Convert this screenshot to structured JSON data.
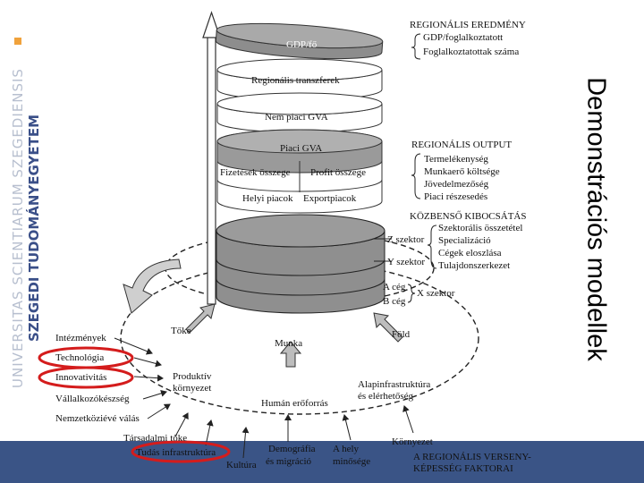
{
  "watermark": {
    "line1": "UNIVERSITAS SCIENTIARUM SZEGEDIENSIS",
    "line2": "SZEGEDI TUDOMÁNYEGYETEM"
  },
  "slide_title": "Demonstrációs modellek",
  "colors": {
    "bottom_bar": "#3a5486",
    "highlight_circle": "#d41c1c",
    "disk_gray": "#8f8f8f"
  },
  "layers": {
    "gdp": "GDP/fő",
    "transfers": "Regionális transzferek",
    "nonmarket_gva": "Nem piaci GVA",
    "market_gva": "Piaci GVA",
    "costs_total": "Fizetések összege",
    "profit_total": "Profit összege",
    "local_markets": "Helyi piacok",
    "export_markets": "Exportpiacok"
  },
  "sectors": {
    "z": "Z szektor",
    "y": "Y szektor",
    "a_firm": "A cég",
    "b_firm": "B cég",
    "x": "X szektor"
  },
  "right_labels": {
    "result_title": "REGIONÁLIS EREDMÉNY",
    "result_items": [
      "GDP/foglalkoztatott",
      "Foglalkoztatottak száma"
    ],
    "output_title": "REGIONÁLIS OUTPUT",
    "output_items": [
      "Termelékenység",
      "Munkaerő költsége",
      "Jövedelmezőség",
      "Piaci részesedés"
    ],
    "intermediate_title": "KÖZBENSŐ KIBOCSÁTÁS",
    "intermediate_items": [
      "Szektorális összetétel",
      "Specializáció",
      "Cégek eloszlása",
      "Tulajdonszerkezet"
    ]
  },
  "factors": {
    "capital": "Tőke",
    "labour": "Munka",
    "land": "Föld",
    "productive_env": [
      "Produktív",
      "környezet"
    ],
    "basic_infra": [
      "Alapinfrastruktúra",
      "és elérhetőség"
    ],
    "human_resources": "Humán erőforrás"
  },
  "outer_factors": {
    "institutions": "Intézmények",
    "technology": "Technológia",
    "innovation": "Innovativitás",
    "entrepreneurship": "Vállalkozókészség",
    "internationalization": "Nemzetköziévé válás",
    "social_capital": "Társadalmi tőke",
    "knowledge_infra": "Tudás infrastruktúra",
    "culture": "Kultúra",
    "demography": [
      "Demográfia",
      "és migráció"
    ],
    "place_quality": [
      "A hely",
      "minősége"
    ],
    "environment": "Környezet"
  },
  "caption": [
    "A REGIONÁLIS VERSENY-",
    "KÉPESSÉG FAKTORAI"
  ]
}
